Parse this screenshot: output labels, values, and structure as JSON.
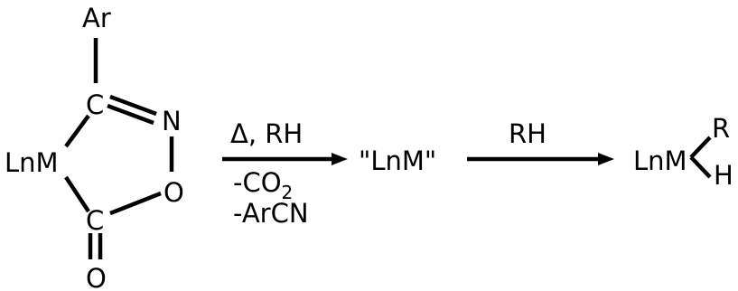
{
  "ring": {
    "substituent": "Ar",
    "metal_fragment": "LnM",
    "carbon_top": "C",
    "carbon_bottom": "C",
    "nitrogen": "N",
    "ring_oxygen": "O",
    "carbonyl_oxygen": "O"
  },
  "step1": {
    "above": "Δ, RH",
    "below_line1": "-CO",
    "below_line1_subscript": "2",
    "below_line2": "-ArCN"
  },
  "intermediate": {
    "quote_open": "\"",
    "fragment": "LnM",
    "quote_close": "\""
  },
  "step2": {
    "above": "RH"
  },
  "product": {
    "metal_fragment": "LnM",
    "upper_group": "R",
    "lower_group": "H"
  }
}
